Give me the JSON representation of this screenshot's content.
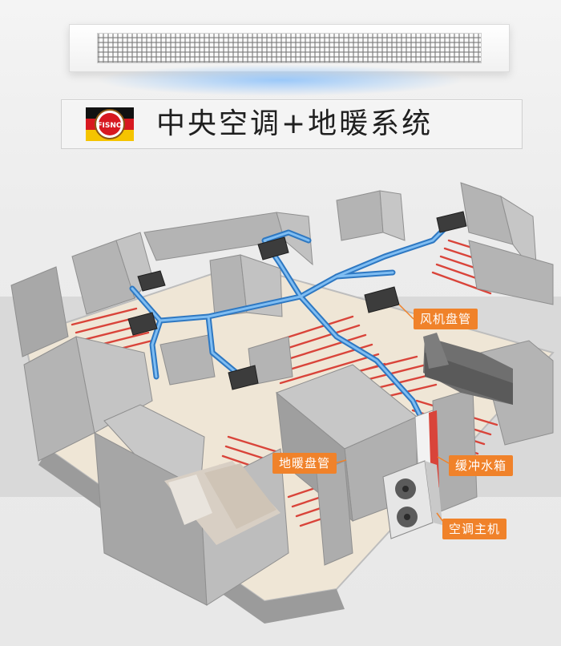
{
  "header": {
    "title": "中央空调+地暖系统",
    "logo_text": "FISNO"
  },
  "labels": {
    "fan_coil": "风机盘管",
    "floor_heating": "地暖盘管",
    "buffer_tank": "缓冲水箱",
    "ac_host": "空调主机"
  },
  "colors": {
    "accent": "#f0822a",
    "pipe_blue": "#3f8fd6",
    "heating_red": "#d9443a",
    "wall_gray": "#a7a7a7",
    "floor": "#efe6d6"
  },
  "icons": {
    "ceiling_unit": "ceiling-cassette-icon",
    "brand_logo": "fisno-logo-icon"
  }
}
